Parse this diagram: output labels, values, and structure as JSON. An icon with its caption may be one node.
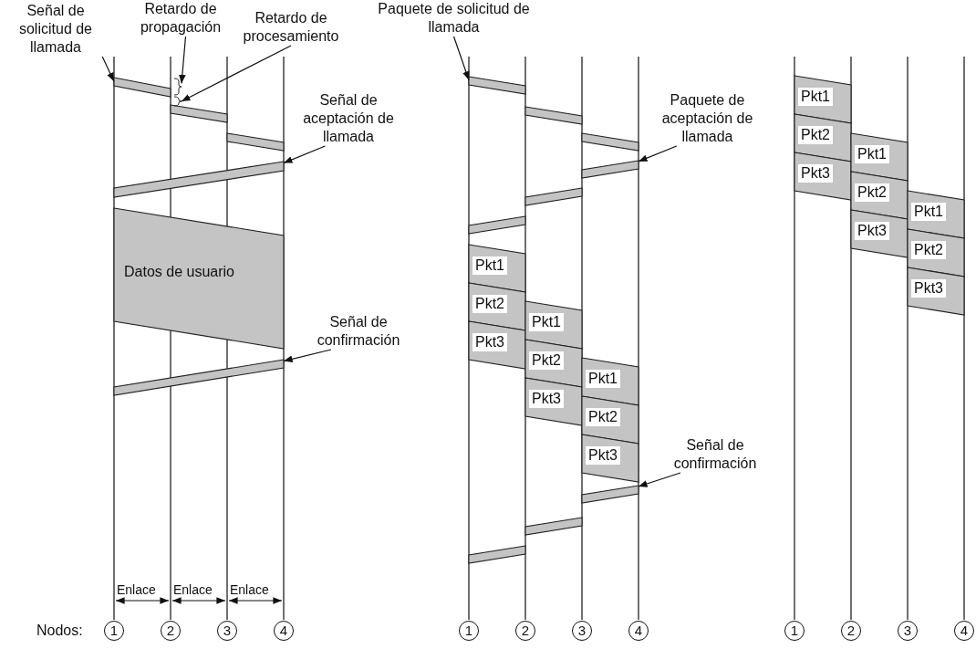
{
  "diagram": {
    "nodes": [
      {
        "text": [
          "Señal de solicitud de llamada"
        ]
      },
      {
        "text": [
          "Retardo de propagación"
        ]
      },
      {
        "text": [
          "Retardo de procesamiento"
        ]
      },
      {
        "text": [
          "Señal de aceptación de llamada"
        ]
      },
      {
        "text": [
          "Datos de usuario"
        ]
      },
      {
        "text": [
          "Señal de confirmación"
        ]
      },
      {
        "text": [
          "Paquete de solicitud de llamada"
        ]
      },
      {
        "text": [
          "Paquete de aceptación de llamada"
        ]
      },
      {
        "text": [
          "Pkt1"
        ]
      },
      {
        "text": [
          "Pkt2"
        ]
      },
      {
        "text": [
          "Pkt3"
        ]
      },
      {
        "text": [
          "Pkt1"
        ]
      },
      {
        "text": [
          "Pkt2"
        ]
      },
      {
        "text": [
          "Pkt3"
        ]
      },
      {
        "text": [
          "Pkt1"
        ]
      },
      {
        "text": [
          "Pkt2"
        ]
      },
      {
        "text": [
          "Pkt3"
        ]
      },
      {
        "text": [
          "Señal de confirmación"
        ]
      },
      {
        "text": [
          "Pkt1"
        ]
      },
      {
        "text": [
          "Pkt2"
        ]
      },
      {
        "text": [
          "Pkt3"
        ]
      },
      {
        "text": [
          "Pkt1"
        ]
      },
      {
        "text": [
          "Pkt2"
        ]
      },
      {
        "text": [
          "Pkt3"
        ]
      },
      {
        "text": [
          "Pkt1"
        ]
      },
      {
        "text": [
          "Pkt2"
        ]
      },
      {
        "text": [
          "Pkt3"
        ]
      },
      {
        "text": [
          "1"
        ]
      },
      {
        "text": [
          "2"
        ]
      },
      {
        "text": [
          "3"
        ]
      },
      {
        "text": [
          "4"
        ]
      },
      {
        "text": [
          "1"
        ]
      },
      {
        "text": [
          "2"
        ]
      },
      {
        "text": [
          "3"
        ]
      },
      {
        "text": [
          "4"
        ]
      },
      {
        "text": [
          "1"
        ]
      },
      {
        "text": [
          "2"
        ]
      },
      {
        "text": [
          "3"
        ]
      },
      {
        "text": [
          "4"
        ]
      },
      {
        "text": [],
        "shape": "bar"
      },
      {
        "text": [],
        "shape": "bar"
      },
      {
        "text": [],
        "shape": "bar"
      },
      {
        "text": [],
        "shape": "bar"
      },
      {
        "text": [],
        "shape": "bar"
      },
      {
        "text": [],
        "shape": "brace"
      },
      {
        "text": [],
        "shape": "brace"
      },
      {
        "text": [],
        "shape": "bar"
      },
      {
        "text": [],
        "shape": "bar"
      },
      {
        "text": [],
        "shape": "bar"
      },
      {
        "text": [],
        "shape": "bar"
      },
      {
        "text": [],
        "shape": "bar"
      },
      {
        "text": [],
        "shape": "bar"
      },
      {
        "text": [],
        "shape": "bar"
      },
      {
        "text": [],
        "shape": "bar"
      },
      {
        "text": [],
        "shape": "bar"
      }
    ],
    "edges": [
      {
        "from": 0,
        "to": 39,
        "arrow": "to"
      },
      {
        "from": 1,
        "to": 44,
        "arrow": "to"
      },
      {
        "from": 2,
        "to": 45,
        "arrow": "to"
      },
      {
        "from": 3,
        "to": 42,
        "arrow": "to"
      },
      {
        "from": 5,
        "to": 43,
        "arrow": "to"
      },
      {
        "from": 6,
        "to": 46,
        "arrow": "to"
      },
      {
        "from": 7,
        "to": 49,
        "arrow": "to"
      },
      {
        "from": 17,
        "to": 52,
        "arrow": "to"
      }
    ],
    "labels": [
      "Enlace",
      "Enlace",
      "Enlace",
      "Nodos:"
    ]
  }
}
